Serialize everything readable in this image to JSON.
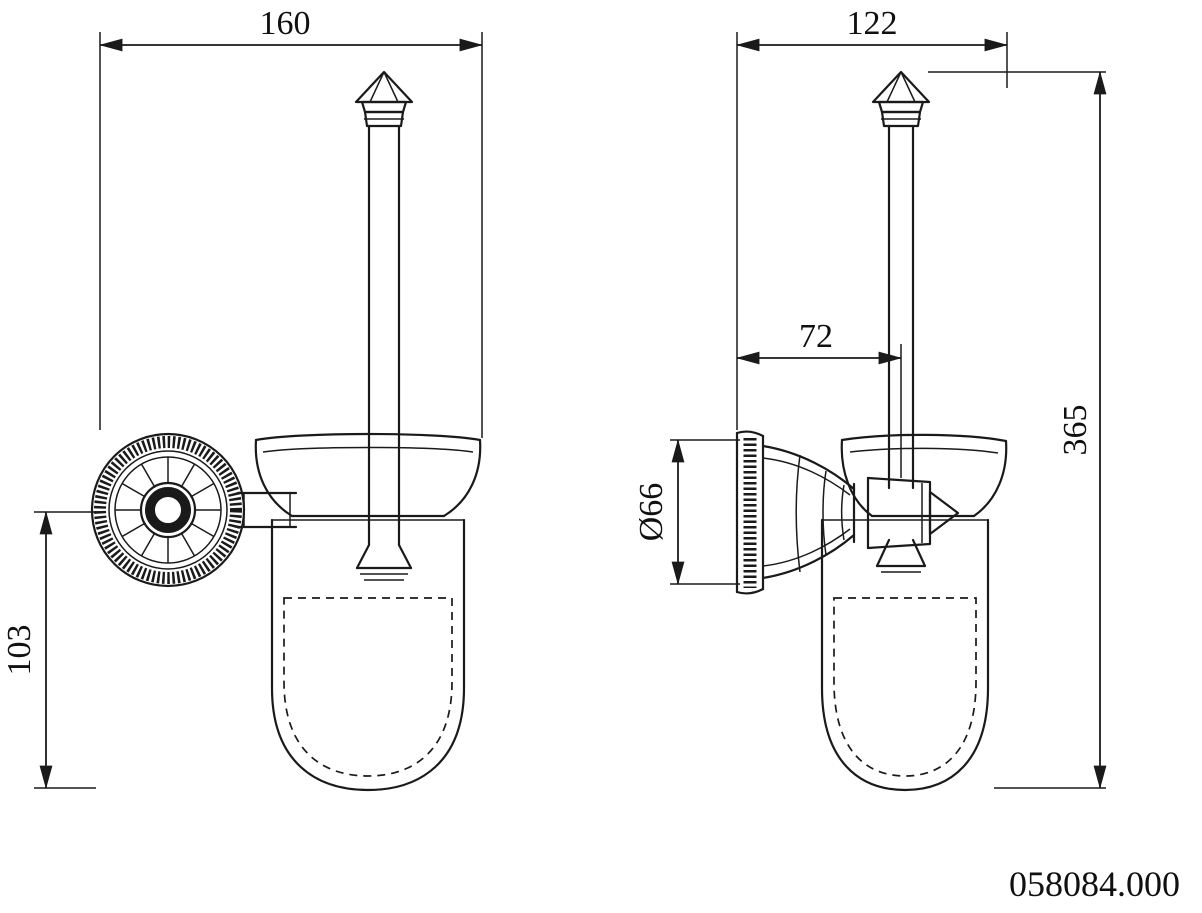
{
  "drawing": {
    "title_block": {
      "part_number": "058084.000"
    },
    "front_view": {
      "width_mm": "160",
      "cup_height_mm": "103"
    },
    "side_view": {
      "depth_mm": "122",
      "wall_to_axis_mm": "72",
      "overall_height_mm": "365",
      "flange_diameter_mm": "Ø66"
    },
    "colors": {
      "line": "#1a1a1a",
      "background": "#ffffff"
    }
  }
}
